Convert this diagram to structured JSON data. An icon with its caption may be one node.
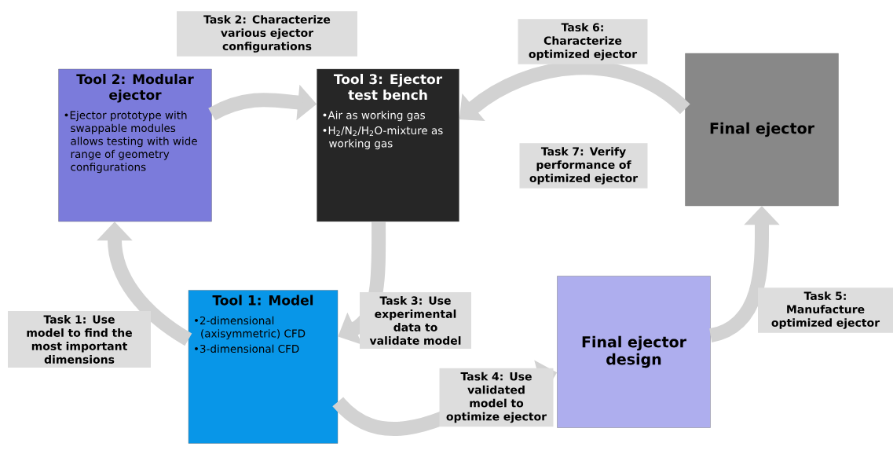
{
  "diagram": {
    "nodes": [
      {
        "text": [
          "Tool 1: Model",
          "•2-dimensional (axisymmetric) CFD",
          "•3-dimensional CFD"
        ]
      },
      {
        "text": [
          "Tool 2: Modular ejector",
          "•Ejector prototype with swappable modules allows testing with wide range of geometry configurations"
        ]
      },
      {
        "text": [
          "Tool 3: Ejector test bench",
          "•Air as working gas",
          "•H$_{2}$/N$_{2}$/H$_{2}$O-mixture as working gas"
        ]
      },
      {
        "text": [
          "Final ejector design"
        ]
      },
      {
        "text": [
          "Final ejector"
        ]
      }
    ],
    "edges": [
      {
        "from": 0,
        "to": 1,
        "arrow": "to",
        "label": "Task 1: Use model to find the most important dimensions"
      },
      {
        "from": 1,
        "to": 2,
        "arrow": "to",
        "label": "Task 2: Characterize various ejector configurations"
      },
      {
        "from": 2,
        "to": 0,
        "arrow": "to",
        "label": "Task 3: Use experimental data to validate model"
      },
      {
        "from": 0,
        "to": 3,
        "arrow": "to",
        "label": "Task 4: Use validated model to optimize ejector"
      },
      {
        "from": 3,
        "to": 4,
        "arrow": "to",
        "label": "Task 5: Manufacture optimized ejector"
      },
      {
        "from": 4,
        "to": 2,
        "arrow": "to",
        "label": "Task 6: Characterize optimized ejector"
      }
    ],
    "labels": [
      "Task 7: Verify performance of optimized ejector"
    ]
  }
}
